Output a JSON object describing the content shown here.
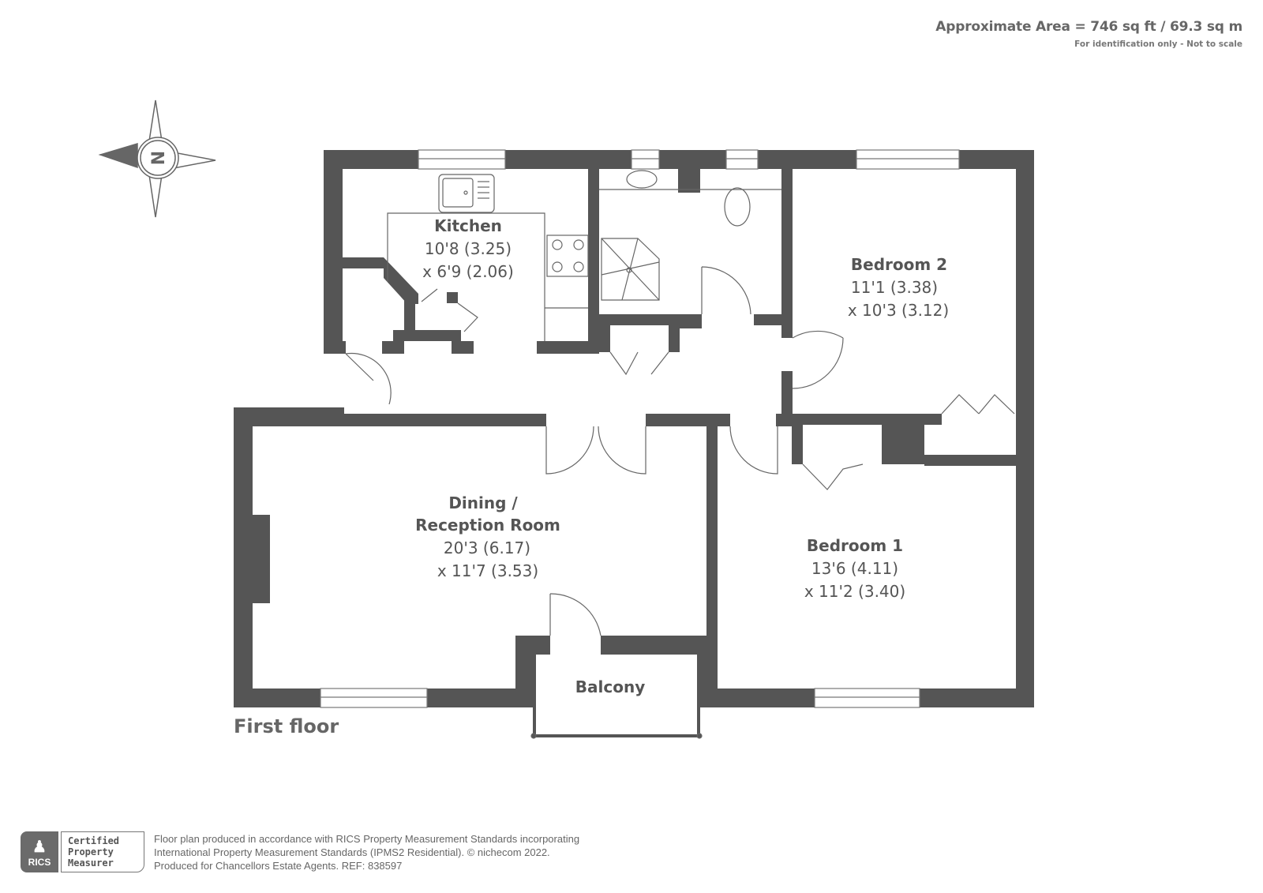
{
  "header": {
    "approximate_area": "Approximate Area = 746 sq ft / 69.3 sq m",
    "disclaimer": "For identification only - Not to scale"
  },
  "compass": {
    "label": "N",
    "pointing": "left"
  },
  "rooms": [
    {
      "id": "kitchen",
      "name": "Kitchen",
      "dim1": "10'8 (3.25)",
      "dim2": "x 6'9 (2.06)"
    },
    {
      "id": "bedroom2",
      "name": "Bedroom 2",
      "dim1": "11'1 (3.38)",
      "dim2": "x 10'3 (3.12)"
    },
    {
      "id": "dining",
      "name_line1": "Dining /",
      "name_line2": "Reception Room",
      "dim1": "20'3 (6.17)",
      "dim2": "x 11'7 (3.53)"
    },
    {
      "id": "bedroom1",
      "name": "Bedroom 1",
      "dim1": "13'6 (4.11)",
      "dim2": "x 11'2 (3.40)"
    },
    {
      "id": "balcony",
      "name": "Balcony"
    }
  ],
  "floor_label": "First floor",
  "footer": {
    "rics_badge": "RICS",
    "certified_lines": [
      "Certified",
      "Property",
      "Measurer"
    ],
    "lines": [
      "Floor plan produced in accordance with RICS Property Measurement Standards incorporating",
      "International Property Measurement Standards (IPMS2 Residential).   © nichecom 2022.",
      "Produced for Chancellors Estate Agents.   REF: 838597"
    ]
  },
  "colors": {
    "wall": "#555555",
    "text": "#555555",
    "background": "#ffffff"
  }
}
